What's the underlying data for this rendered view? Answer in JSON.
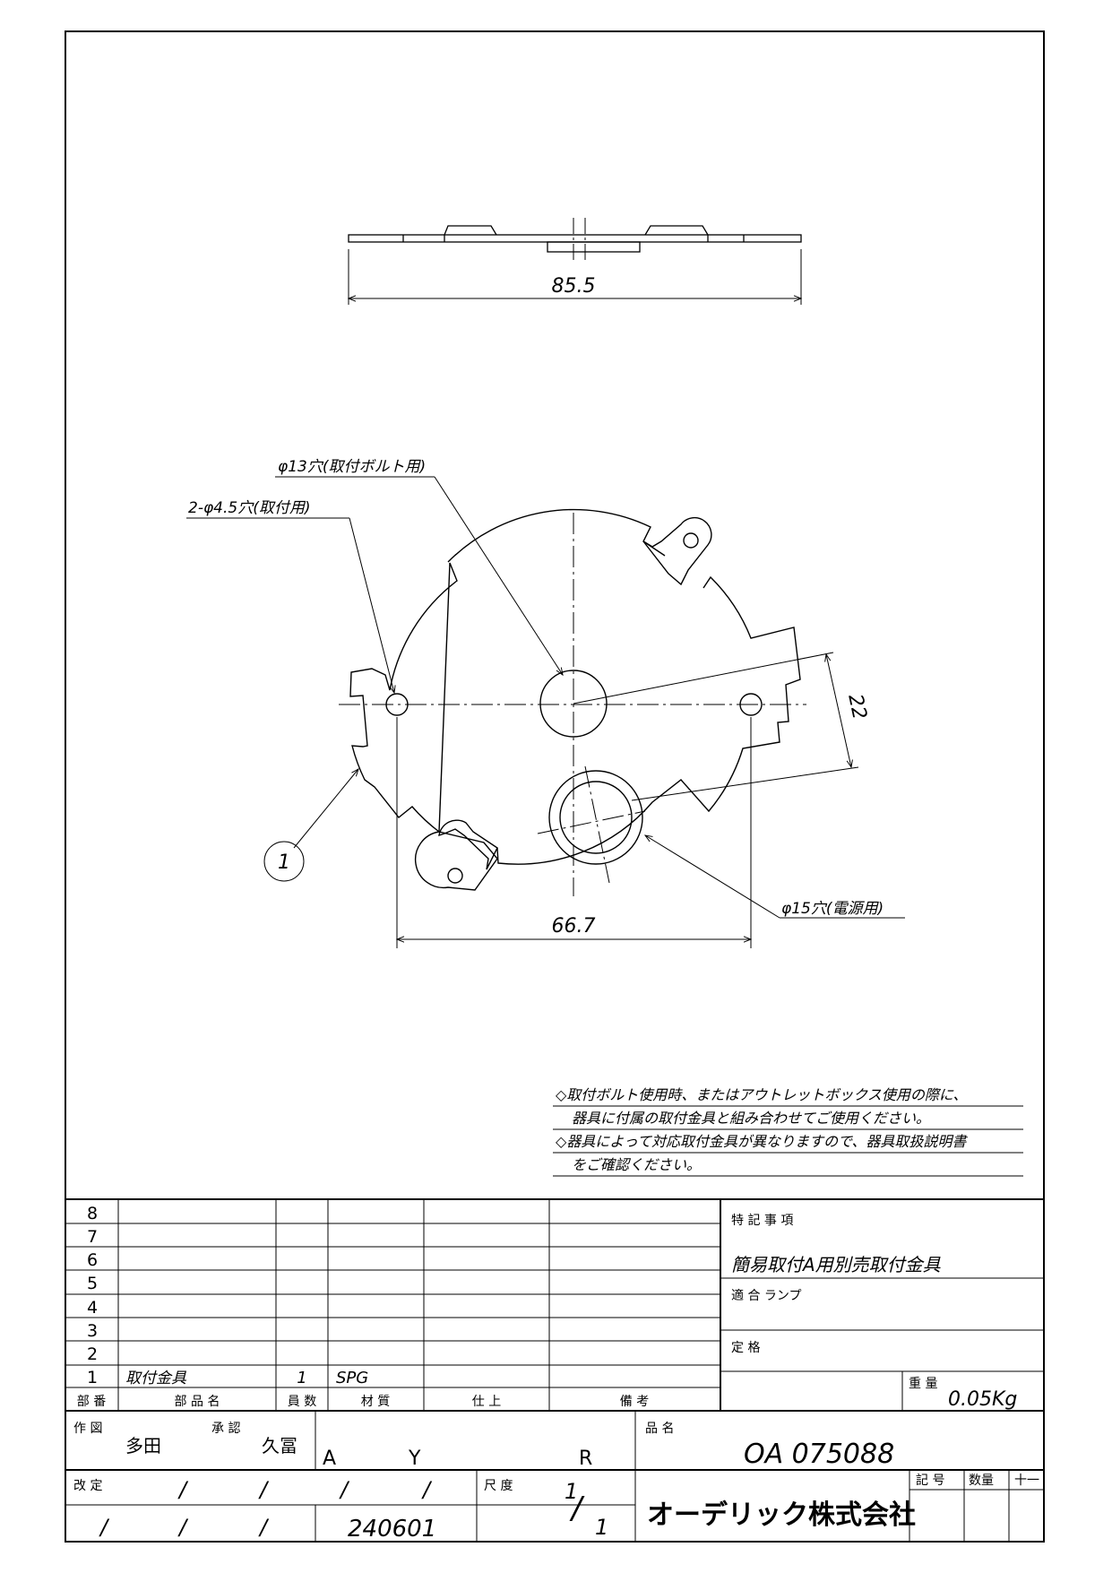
{
  "dimensions": {
    "width_label": "85.5",
    "hole_spacing_label": "66.7",
    "offset_label": "22"
  },
  "callouts": {
    "center_hole": "φ13穴(取付ボルト用)",
    "mount_holes": "2-φ4.5穴(取付用)",
    "power_hole": "φ15穴(電源用)",
    "part_balloon": "1"
  },
  "notes": [
    "◇取付ボルト使用時、またはアウトレットボックス使用の際に、",
    "器具に付属の取付金具と組み合わせてご使用ください。",
    "◇器具によって対応取付金具が異なりますので、器具取扱説明書",
    "をご確認ください。"
  ],
  "parts_table": {
    "row_numbers": [
      "8",
      "7",
      "6",
      "5",
      "4",
      "3",
      "2",
      "1"
    ],
    "row1": {
      "name": "取付金具",
      "qty": "1",
      "material": "SPG"
    },
    "headers": [
      "部 番",
      "部 品 名",
      "員 数",
      "材 質",
      "仕 上",
      "備 考"
    ]
  },
  "special_notes": {
    "title": "特 記 事 項",
    "description": "簡易取付A用別売取付金具",
    "lamp_label": "適 合 ランプ",
    "rating_label": "定 格",
    "weight_label": "重 量",
    "weight_value": "0.05Kg"
  },
  "title_block": {
    "drawn_label": "作 図",
    "drawn_by": "多田",
    "approved_label": "承 認",
    "approved_by": "久冨",
    "letters": [
      "A",
      "Y",
      "R"
    ],
    "product_label": "品 名",
    "product_code": "OA 075088",
    "revision_label": "改 定",
    "date": "240601",
    "scale_label": "尺 度",
    "scale_num": "1",
    "scale_den": "1",
    "company": "オーデリック株式会社",
    "symbol_label": "記 号",
    "count_label": "数量",
    "mark": "十一",
    "slashes": "/"
  }
}
